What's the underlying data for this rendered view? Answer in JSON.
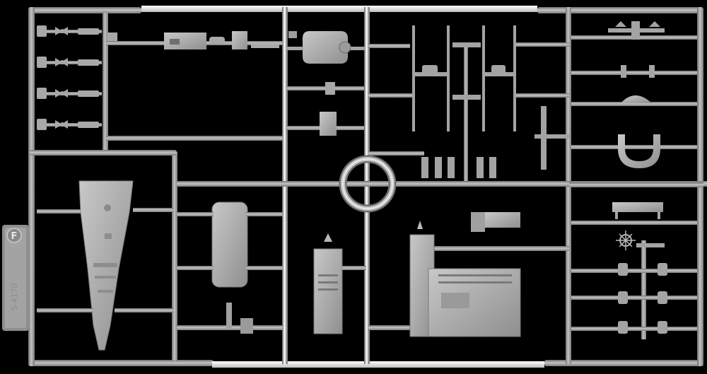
{
  "photo": {
    "subject": "model-kit-sprue",
    "colors": {
      "background": "#000000",
      "plastic": "#a3a3a3",
      "plastic_light": "#bdbdbd",
      "plastic_dark": "#6e6e6e",
      "glare": "#f2f2f2"
    }
  },
  "frame": {
    "letter": "F",
    "code": "S-4170"
  }
}
